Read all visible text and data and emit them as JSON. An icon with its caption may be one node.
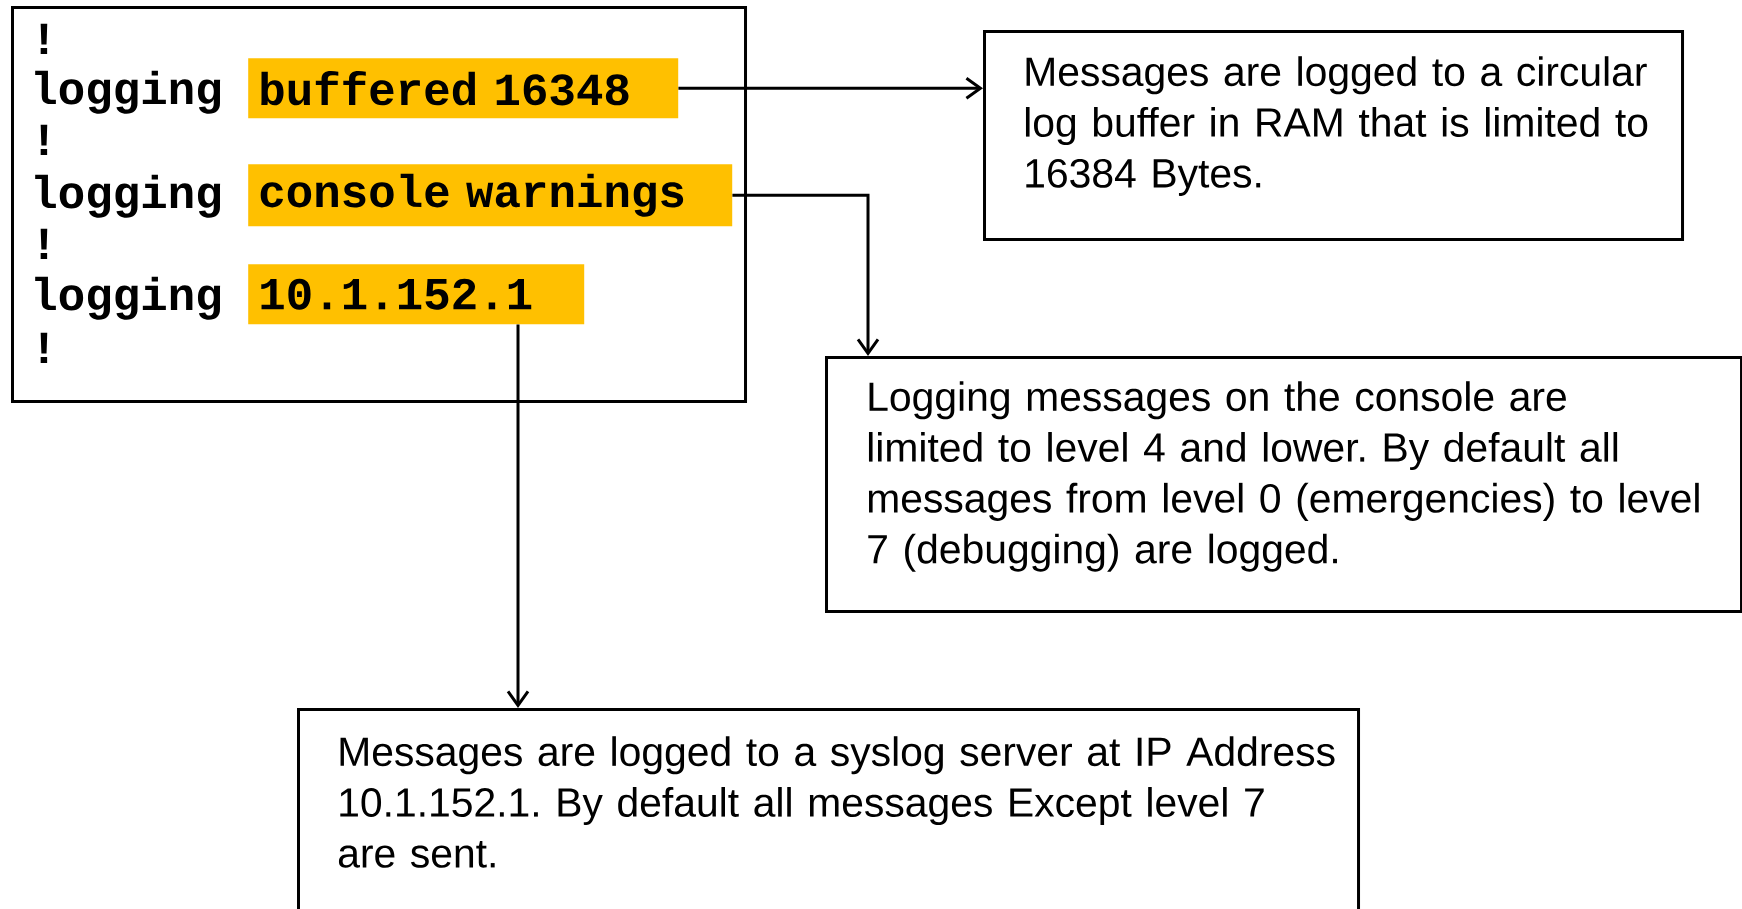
{
  "diagram": {
    "nodes": [
      {
        "text": [
          "!",
          "logging",
          "!",
          "logging",
          "!",
          "logging",
          "!"
        ]
      },
      {
        "text": [
          "buffered 16348"
        ],
        "in": 0
      },
      {
        "text": [
          "console warnings"
        ],
        "in": 0
      },
      {
        "text": [
          "10.1.152.1"
        ],
        "in": 0
      },
      {
        "text": [
          "Messages are logged to a circular log buffer in RAM that is limited to 16384 Bytes."
        ]
      },
      {
        "text": [
          "Logging messages on the console are limited to level 4 and lower. By default all messages from level 0 (emergencies) to level 7 (debugging) are logged."
        ]
      },
      {
        "text": [
          "Messages are logged to a syslog server at IP Address 10.1.152.1. By default all messages Except level 7 are sent."
        ]
      }
    ],
    "edges": [
      {
        "from": 1,
        "to": 4,
        "arrow": "to"
      },
      {
        "from": 2,
        "to": 5,
        "arrow": "to"
      },
      {
        "from": 3,
        "to": 6,
        "arrow": "to"
      }
    ]
  }
}
